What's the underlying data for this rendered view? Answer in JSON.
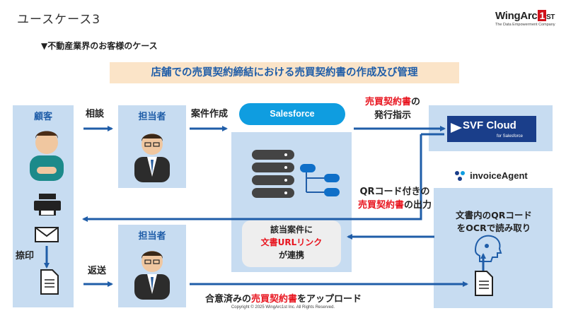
{
  "header": {
    "title": "ユースケース3",
    "logo_main": "WingArc",
    "logo_one": "1",
    "logo_st": "ST",
    "logo_sub": "The Data Empowerment Company"
  },
  "subtitle": "▼不動産業界のお客様のケース",
  "banner": "店舗での売買契約締結における売買契約書の作成及び管理",
  "columns": {
    "customer": "顧客",
    "staff_top": "担当者",
    "staff_bottom": "担当者"
  },
  "flows": {
    "consult": "相談",
    "create_case": "案件作成",
    "issue_red": "売買契約書",
    "issue_tail": "の",
    "issue_line2": "発行指示",
    "qr_line1": "QRコード付きの",
    "qr_red": "売買契約書",
    "qr_tail": "の出力",
    "seal": "捺印",
    "return": "返送",
    "upload_head": "合意済みの",
    "upload_red": "売買契約書",
    "upload_tail": "をアップロード"
  },
  "salesforce": "Salesforce",
  "link_box": {
    "line1": "該当案件に",
    "line2": "文書URLリンク",
    "line3": "が連携"
  },
  "svf": {
    "main": "SVF Cloud",
    "sub": "for Salesforce"
  },
  "invoice_agent": "invoiceAgent",
  "ocr": {
    "line1": "文書内のQRコード",
    "line2": "をOCRで読み取り"
  },
  "copyright": "Copyright © 2025 WingArc1st Inc.  All Rights Reserved.",
  "colors": {
    "accent_blue": "#1f5da8",
    "column_blue": "#c7dcf1",
    "red": "#e8151f",
    "salesforce": "#0f9de0",
    "svf": "#1a3e8a"
  }
}
